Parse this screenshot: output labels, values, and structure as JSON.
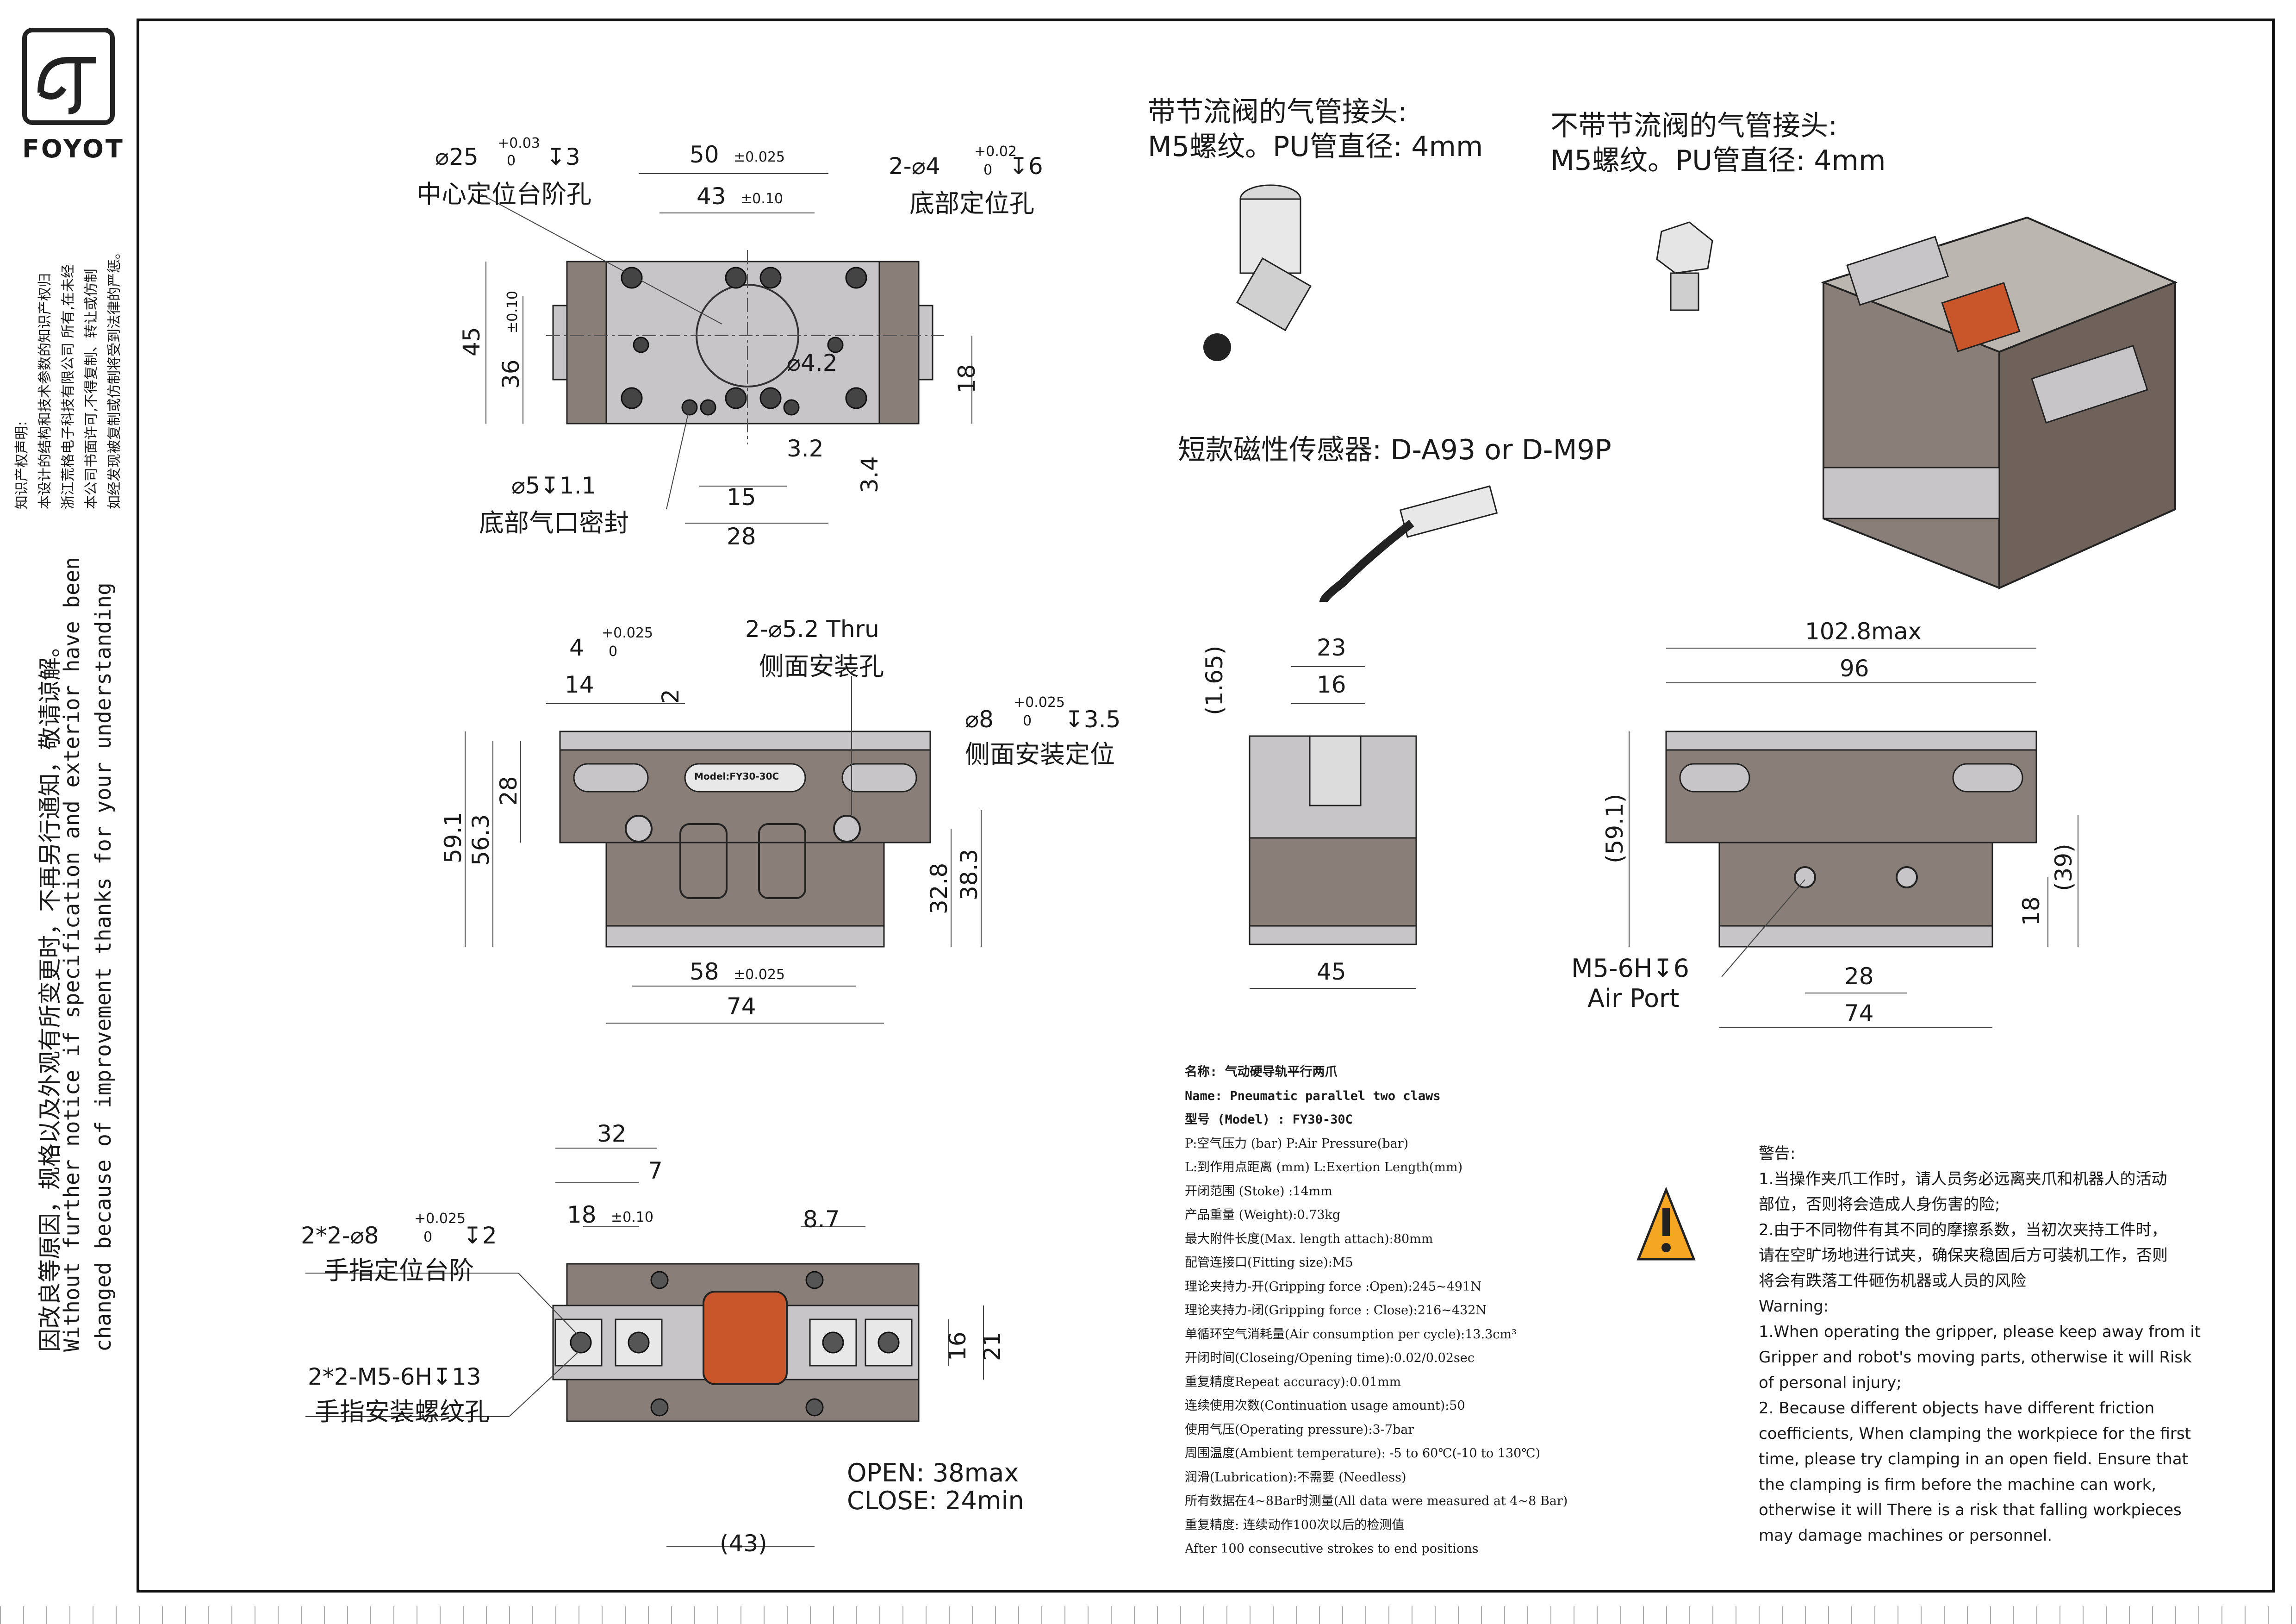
{
  "brand": {
    "name": "FOYOT"
  },
  "ip_notice": {
    "lines": [
      "知识产权声明:",
      "本设计的结构和技术参数的知识产权归",
      "浙江荒格电子科技有限公司 所有,在未经",
      "本公司书面许可,不得复制、转让或仿制",
      "如经发现被复制或仿制将受到法律的严惩。"
    ]
  },
  "change_notice": {
    "zh": "因改良等原因，规格以及外观有所变更时，不再另行通知，敬请谅解。",
    "en1": "Without further  notice if specification and exterior have been",
    "en2": "changed because of improvement thanks for your understanding"
  },
  "top_view": {
    "d25": "⌀25",
    "d25_tol": "+0.03",
    "d25_tol2": "0",
    "d25_depth": "↧3",
    "d25_label": "中心定位台阶孔",
    "w50": "50",
    "w50_tol": "±0.025",
    "w43": "43",
    "w43_tol": "±0.10",
    "d4": "2-⌀4",
    "d4_tol": "+0.02",
    "d4_tol2": "0",
    "d4_depth": "↧6",
    "d4_label": "底部定位孔",
    "h45": "45",
    "h36": "36",
    "h36_tol": "±0.10",
    "h18": "18",
    "d42": "⌀4.2",
    "w32": "3.2",
    "h34": "3.4",
    "w15": "15",
    "w28": "28",
    "d5": "⌀5↧1.1",
    "d5_label": "底部气口密封"
  },
  "fitting": {
    "with_valve": "带节流阀的气管接头:",
    "with_valve_spec": "M5螺纹。PU管直径: 4mm",
    "no_valve": "不带节流阀的气管接头:",
    "no_valve_spec": "M5螺纹。PU管直径: 4mm",
    "sensor": "短款磁性传感器: D-A93 or D-M9P"
  },
  "front_view": {
    "w4": "4",
    "w4_tol": "+0.025",
    "w4_tol2": "0",
    "w14": "14",
    "h2": "2",
    "hole": "2-⌀5.2 Thru",
    "hole_label": "侧面安装孔",
    "d8": "⌀8",
    "d8_tol": "+0.025",
    "d8_tol2": "0",
    "d8_depth": "↧3.5",
    "d8_label": "侧面安装定位",
    "h591": "59.1",
    "h563": "56.3",
    "h28": "28",
    "h328": "32.8",
    "h383": "38.3",
    "w58": "58",
    "w58_tol": "±0.025",
    "w74": "74",
    "model_tag": "Model:FY30-30C"
  },
  "side_view": {
    "w23": "23",
    "w16": "16",
    "h165": "(1.65)",
    "w45": "45"
  },
  "back_view": {
    "w1028": "102.8max",
    "w96": "96",
    "h591": "(59.1)",
    "h18": "18",
    "h39": "(39)",
    "w28": "28",
    "w74": "74",
    "port": "M5-6H↧6",
    "port_label": "Air Port"
  },
  "bottom_view": {
    "w32": "32",
    "w7": "7",
    "w18": "18",
    "w18_tol": "±0.10",
    "w87": "8.7",
    "d8": "2*2-⌀8",
    "d8_tol": "+0.025",
    "d8_tol2": "0",
    "d8_depth": "↧2",
    "d8_label": "手指定位台阶",
    "m5": "2*2-M5-6H↧13",
    "m5_label": "手指安装螺纹孔",
    "h16": "16",
    "h21": "21",
    "open": "OPEN: 38max",
    "close": "CLOSE: 24min",
    "w43": "(43)"
  },
  "specs": [
    "名称: 气动硬导轨平行两爪",
    "Name: Pneumatic parallel two claws",
    "型号 (Model) : FY30-30C",
    "P:空气压力 (bar) P:Air Pressure(bar)",
    "L:到作用点距离 (mm) L:Exertion Length(mm)",
    "开闭范围 (Stoke) :14mm",
    "产品重量 (Weight):0.73kg",
    "最大附件长度(Max. length attach):80mm",
    "配管连接口(Fitting size):M5",
    "理论夹持力-开(Gripping force :Open):245~491N",
    "理论夹持力-闭(Gripping force : Close):216~432N",
    "单循环空气消耗量(Air consumption per cycle):13.3cm³",
    "开闭时间(Closeing/Opening time):0.02/0.02sec",
    "重复精度Repeat accuracy):0.01mm",
    "连续使用次数(Continuation usage amount):50",
    "使用气压(Operating pressure):3-7bar",
    "周围温度(Ambient temperature): -5 to 60℃(-10 to 130℃)",
    "润滑(Lubrication):不需要 (Needless)",
    "所有数据在4~8Bar时测量(All data were measured at 4~8 Bar)",
    "重复精度: 连续动作100次以后的检测值",
    "After 100 consecutive strokes to end positions"
  ],
  "warning": [
    "警告:",
    "1.当操作夹爪工作时，请人员务必远离夹爪和机器人的活动",
    "部位，否则将会造成人身伤害的险;",
    "2.由于不同物件有其不同的摩擦系数，当初次夹持工件时，",
    "请在空旷场地进行试夹，确保夹稳固后方可装机工作，否则",
    "将会有跌落工件砸伤机器或人员的风险",
    "Warning:",
    "1.When operating the gripper, please keep away from it",
    "Gripper and robot's moving parts, otherwise it will Risk",
    "of personal injury;",
    "2. Because different objects have different friction",
    "coefficients, When clamping the workpiece for the first",
    "time, please try clamping in an open field. Ensure that",
    "the clamping is firm before the machine can work,",
    "otherwise it will There is a risk that falling workpieces",
    "may damage machines or personnel."
  ],
  "colors": {
    "body": "#8a7f78",
    "body_dark": "#6e625b",
    "plate": "#c7c5c8",
    "accent": "#c8562a",
    "warn": "#f5a623"
  }
}
